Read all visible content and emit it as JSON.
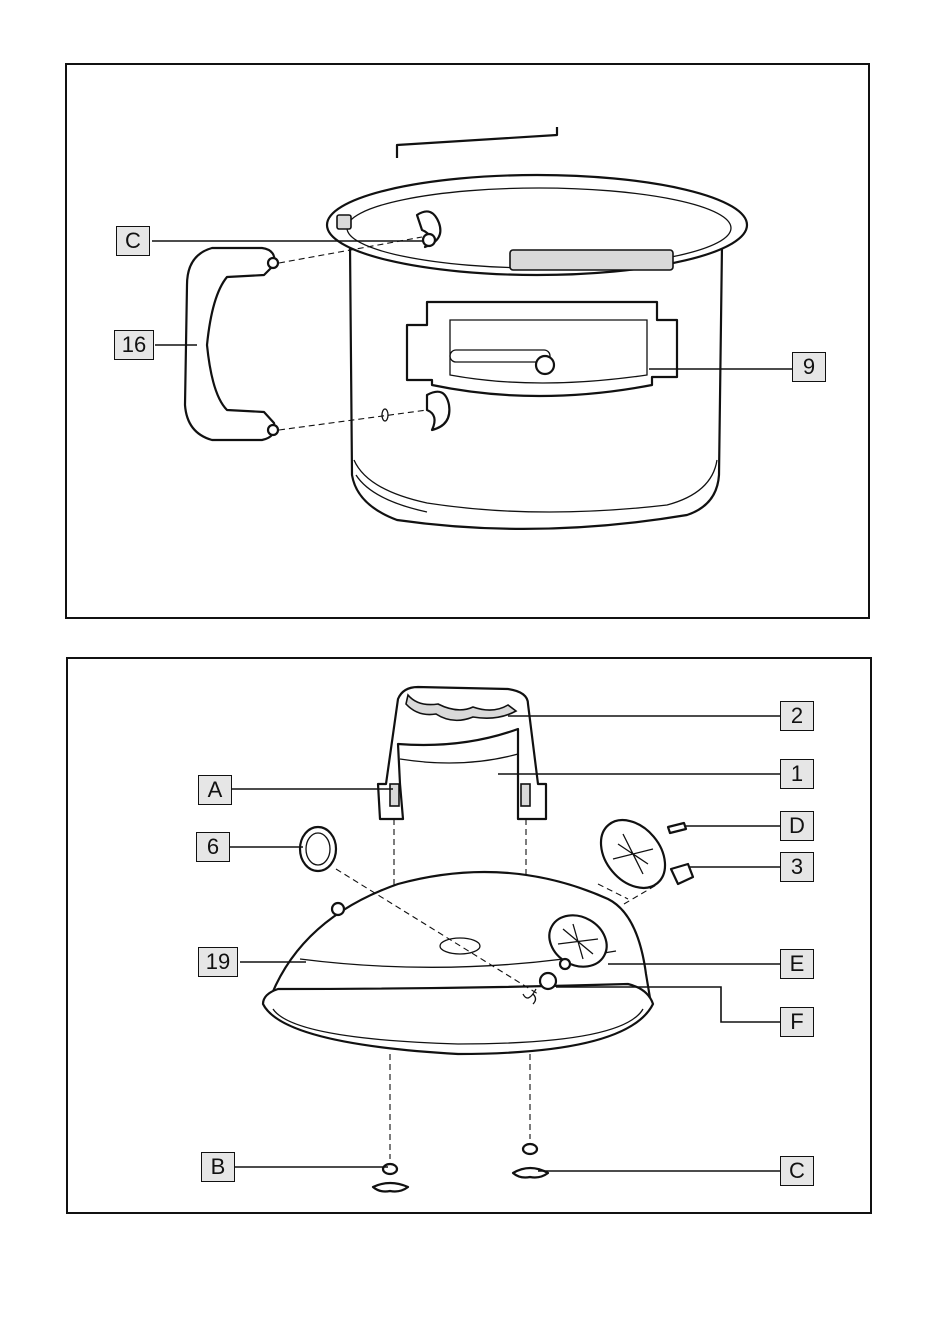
{
  "diagram": {
    "top_panel": {
      "callouts": {
        "c": "C",
        "sixteen": "16",
        "nine": "9"
      }
    },
    "bottom_panel": {
      "callouts": {
        "two": "2",
        "one": "1",
        "a": "A",
        "d": "D",
        "six": "6",
        "three": "3",
        "nineteen": "19",
        "e": "E",
        "f": "F",
        "b": "B",
        "c": "C"
      }
    }
  }
}
